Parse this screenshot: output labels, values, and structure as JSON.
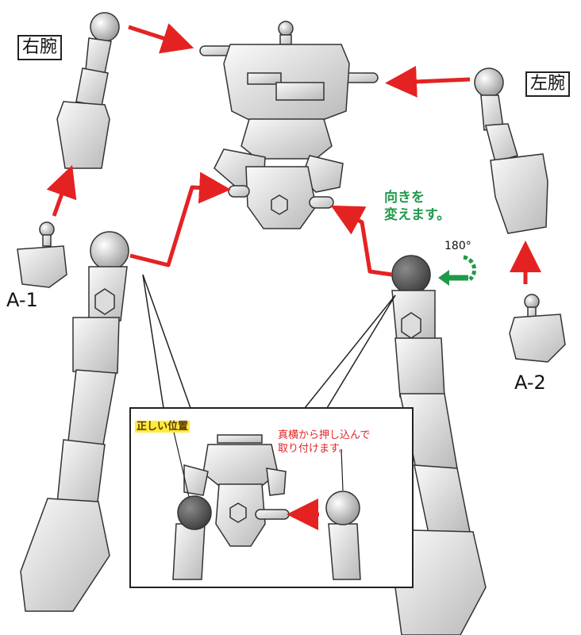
{
  "labels": {
    "right_arm": "右腕",
    "left_arm": "左腕",
    "part_a1": "A-1",
    "part_a2": "A-2",
    "rotate_note_line1": "向きを",
    "rotate_note_line2": "変えます。",
    "rotate_degrees": "180°",
    "correct_position": "正しい位置",
    "insert_note_line1": "真横から押し込んで",
    "insert_note_line2": "取り付けます。"
  },
  "colors": {
    "arrow_red": "#e52222",
    "note_green": "#1f9a4a",
    "note_red": "#e52222",
    "highlight_yellow": "#ffeb3b",
    "part_light": "#e6e6e6",
    "part_dark": "#666666"
  }
}
